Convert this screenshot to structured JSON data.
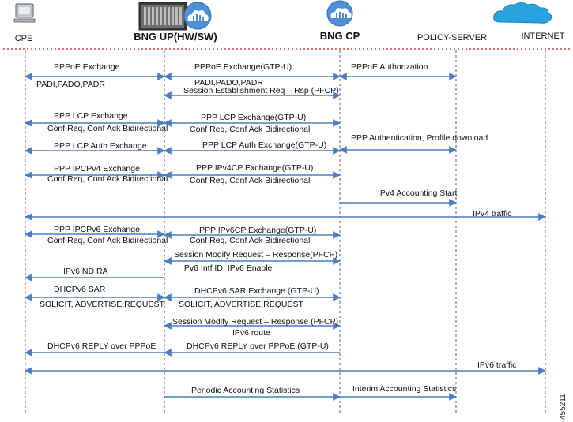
{
  "colors": {
    "arrow": "#4a7fc1",
    "lifeline": "#333333",
    "separator": "#cc2222",
    "cloud": "#29a3e0",
    "badge": "#4f8fd8"
  },
  "figure_number": "455211",
  "participants": [
    {
      "id": "cpe",
      "label": "CPE",
      "icon": "computer-icon"
    },
    {
      "id": "bngup",
      "label": "BNG UP(HW/SW)",
      "icon": "router-chassis-icon"
    },
    {
      "id": "bngcp",
      "label": "BNG CP",
      "icon": "cloud-badge-icon"
    },
    {
      "id": "policy",
      "label": "POLICY-SERVER",
      "icon": ""
    },
    {
      "id": "internet",
      "label": "INTERNET",
      "icon": "cloud-icon"
    }
  ],
  "messages": [
    {
      "from": "cpe",
      "to": "bngup",
      "dir": "both",
      "labels": [
        "PPPoE Exchange",
        "PADI,PADO,PADR"
      ]
    },
    {
      "from": "bngup",
      "to": "bngcp",
      "dir": "both",
      "labels": [
        "PPPoE Exchange(GTP-U)",
        "PADI,PADO,PADR"
      ]
    },
    {
      "from": "bngcp",
      "to": "policy",
      "dir": "both",
      "labels": [
        "PPPoE Authorization"
      ]
    },
    {
      "from": "bngup",
      "to": "bngcp",
      "dir": "both",
      "labels": [
        "Session Establishment Req – Rsp (PFCP)"
      ]
    },
    {
      "from": "cpe",
      "to": "bngup",
      "dir": "both",
      "labels": [
        "PPP LCP Exchange",
        "Conf Req, Conf Ack Bidirectional"
      ]
    },
    {
      "from": "bngup",
      "to": "bngcp",
      "dir": "both",
      "labels": [
        "PPP LCP Exchange(GTP-U)",
        "Conf Req, Conf Ack Bidirectional"
      ]
    },
    {
      "from": "cpe",
      "to": "bngup",
      "dir": "both",
      "labels": [
        "PPP LCP Auth Exchange"
      ]
    },
    {
      "from": "bngup",
      "to": "bngcp",
      "dir": "both",
      "labels": [
        "PPP LCP Auth Exchange(GTP-U)"
      ]
    },
    {
      "from": "bngcp",
      "to": "policy",
      "dir": "both",
      "labels": [
        "PPP Authentication, Profile download"
      ]
    },
    {
      "from": "cpe",
      "to": "bngup",
      "dir": "both",
      "labels": [
        "PPP IPCPv4 Exchange",
        "Conf Req, Conf Ack Bidirectional"
      ]
    },
    {
      "from": "bngup",
      "to": "bngcp",
      "dir": "both",
      "labels": [
        "PPP IPv4CP Exchange(GTP-U)",
        "Conf Req, Conf Ack Bidirectional"
      ]
    },
    {
      "from": "bngcp",
      "to": "policy",
      "dir": "right",
      "labels": [
        "IPv4 Accounting Start"
      ]
    },
    {
      "from": "cpe",
      "to": "internet",
      "dir": "both",
      "labels": [
        "IPv4 traffic"
      ]
    },
    {
      "from": "cpe",
      "to": "bngup",
      "dir": "both",
      "labels": [
        "PPP IPCPv6 Exchange",
        "Conf Req, Conf Ack Bidirectional"
      ]
    },
    {
      "from": "bngup",
      "to": "bngcp",
      "dir": "both",
      "labels": [
        "PPP IPv6CP Exchange(GTP-U)",
        "Conf Req, Conf Ack Bidirectional"
      ]
    },
    {
      "from": "bngup",
      "to": "bngcp",
      "dir": "both",
      "labels": [
        "Session Modify Request – Response(PFCP)",
        "IPv6 Intf ID, IPv6 Enable"
      ]
    },
    {
      "from": "bngup",
      "to": "cpe",
      "dir": "left",
      "labels": [
        "IPv6 ND RA"
      ]
    },
    {
      "from": "cpe",
      "to": "bngup",
      "dir": "both",
      "labels": [
        "DHCPv6 SAR",
        "SOLICIT, ADVERTISE,REQUEST"
      ]
    },
    {
      "from": "bngup",
      "to": "bngcp",
      "dir": "both",
      "labels": [
        "DHCPv6 SAR Exchange (GTP-U)",
        "SOLICIT, ADVERTISE,REQUEST"
      ]
    },
    {
      "from": "bngup",
      "to": "bngcp",
      "dir": "both",
      "labels": [
        "Session Modify Request – Response (PFCP)",
        "IPv6 route"
      ]
    },
    {
      "from": "bngup",
      "to": "cpe",
      "dir": "left",
      "labels": [
        "DHCPv6 REPLY over PPPoE"
      ]
    },
    {
      "from": "bngcp",
      "to": "bngup",
      "dir": "left",
      "labels": [
        "DHCPv6 REPLY over PPPoE (GTP-U)"
      ]
    },
    {
      "from": "cpe",
      "to": "internet",
      "dir": "both",
      "labels": [
        "IPv6 traffic"
      ]
    },
    {
      "from": "bngup",
      "to": "bngcp",
      "dir": "right",
      "labels": [
        "Periodic Accounting Statistics"
      ]
    },
    {
      "from": "bngcp",
      "to": "policy",
      "dir": "right",
      "labels": [
        "Interim Accounting Statistics"
      ]
    }
  ]
}
